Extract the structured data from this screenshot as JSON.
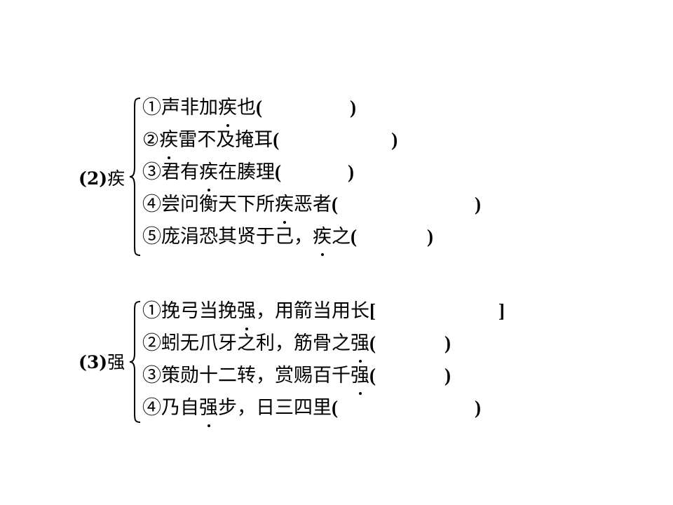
{
  "groups": [
    {
      "num": "(2)",
      "char": "疾",
      "items": [
        {
          "pre": "①声非加",
          "mark": "疾",
          "post": "也",
          "open": "(",
          "close": ")"
        },
        {
          "pre": "②",
          "mark": "疾",
          "post": "雷不及掩耳",
          "open": "(",
          "close": ")"
        },
        {
          "pre": "③君有",
          "mark": "疾",
          "post": "在腠理",
          "open": "(",
          "close": ")"
        },
        {
          "pre": "④尝问衡天下所",
          "mark": "疾",
          "post": "恶者",
          "open": "(",
          "close": ")"
        },
        {
          "pre": "⑤庞涓恐其贤于己，",
          "mark": "疾",
          "post": "之",
          "open": "(",
          "close": ")"
        }
      ]
    },
    {
      "num": "(3)",
      "char": "强",
      "items": [
        {
          "pre": "①挽弓当挽",
          "mark": "强",
          "post": "，用箭当用长",
          "open": "[",
          "close": "]"
        },
        {
          "pre": "②蚓无爪牙之利，筋骨之",
          "mark": "强",
          "post": "",
          "open": "(",
          "close": ")"
        },
        {
          "pre": "③策勋十二转，赏赐百千",
          "mark": "强",
          "post": "",
          "open": "(",
          "close": ")"
        },
        {
          "pre": "④乃自",
          "mark": "强",
          "post": "步，日三四里",
          "open": "(",
          "close": ")"
        }
      ]
    }
  ]
}
